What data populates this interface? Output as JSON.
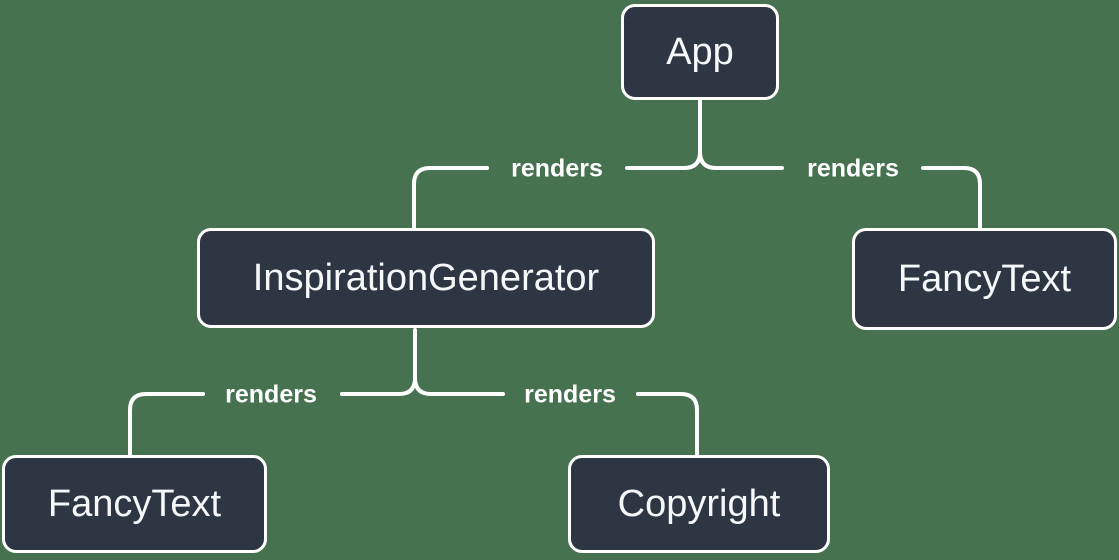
{
  "diagram": {
    "type": "component-render-tree",
    "colors": {
      "background": "#47724F",
      "node_fill": "#2E3543",
      "node_border": "#FFFFFF",
      "node_text": "#F6F7F9",
      "edge_line": "#FFFFFF",
      "edge_label_text": "#FFFFFF"
    },
    "nodes": [
      {
        "id": "app",
        "label": "App"
      },
      {
        "id": "inspiration-generator",
        "label": "InspirationGenerator"
      },
      {
        "id": "fancy-text-right",
        "label": "FancyText"
      },
      {
        "id": "fancy-text-left",
        "label": "FancyText"
      },
      {
        "id": "copyright",
        "label": "Copyright"
      }
    ],
    "edges": [
      {
        "from": "App",
        "to": "InspirationGenerator",
        "label": "renders"
      },
      {
        "from": "App",
        "to": "FancyText",
        "label": "renders"
      },
      {
        "from": "InspirationGenerator",
        "to": "FancyText",
        "label": "renders"
      },
      {
        "from": "InspirationGenerator",
        "to": "Copyright",
        "label": "renders"
      }
    ]
  }
}
